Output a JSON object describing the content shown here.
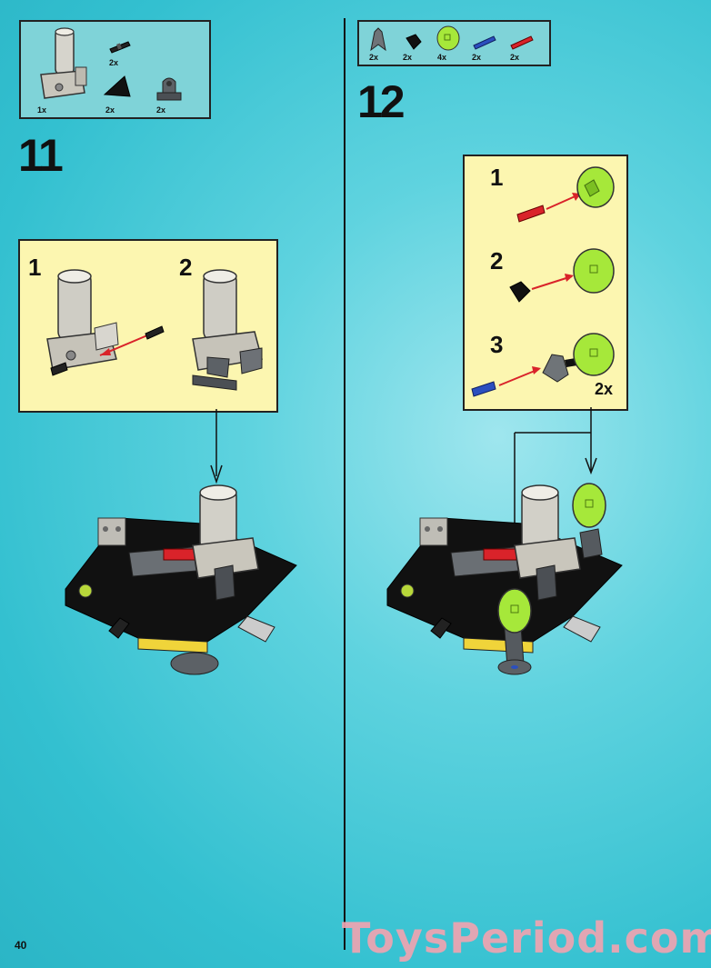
{
  "page": {
    "number": "40",
    "watermark": "ToysPeriod.com"
  },
  "step11": {
    "number": "11",
    "parts": [
      {
        "name": "tube-frame-part",
        "qty": "1x"
      },
      {
        "name": "black-axle-pin-part",
        "qty": "2x"
      },
      {
        "name": "black-slope-part",
        "qty": "2x"
      },
      {
        "name": "grey-hinge-part",
        "qty": "2x"
      }
    ],
    "substeps": [
      "1",
      "2"
    ]
  },
  "step12": {
    "number": "12",
    "parts": [
      {
        "name": "grey-claw-part",
        "qty": "2x"
      },
      {
        "name": "black-round-part",
        "qty": "2x"
      },
      {
        "name": "green-dome-part",
        "qty": "4x"
      },
      {
        "name": "blue-pin-part",
        "qty": "2x"
      },
      {
        "name": "red-pin-part",
        "qty": "2x"
      }
    ],
    "substeps": [
      "1",
      "2",
      "3"
    ],
    "multiplier": "2x"
  },
  "colors": {
    "background": "#4cc9d7",
    "callout": "#fcf6b0",
    "parts_box": "#7fd3d8",
    "lime": "#a6e83a",
    "red_arrow": "#d9232a"
  }
}
